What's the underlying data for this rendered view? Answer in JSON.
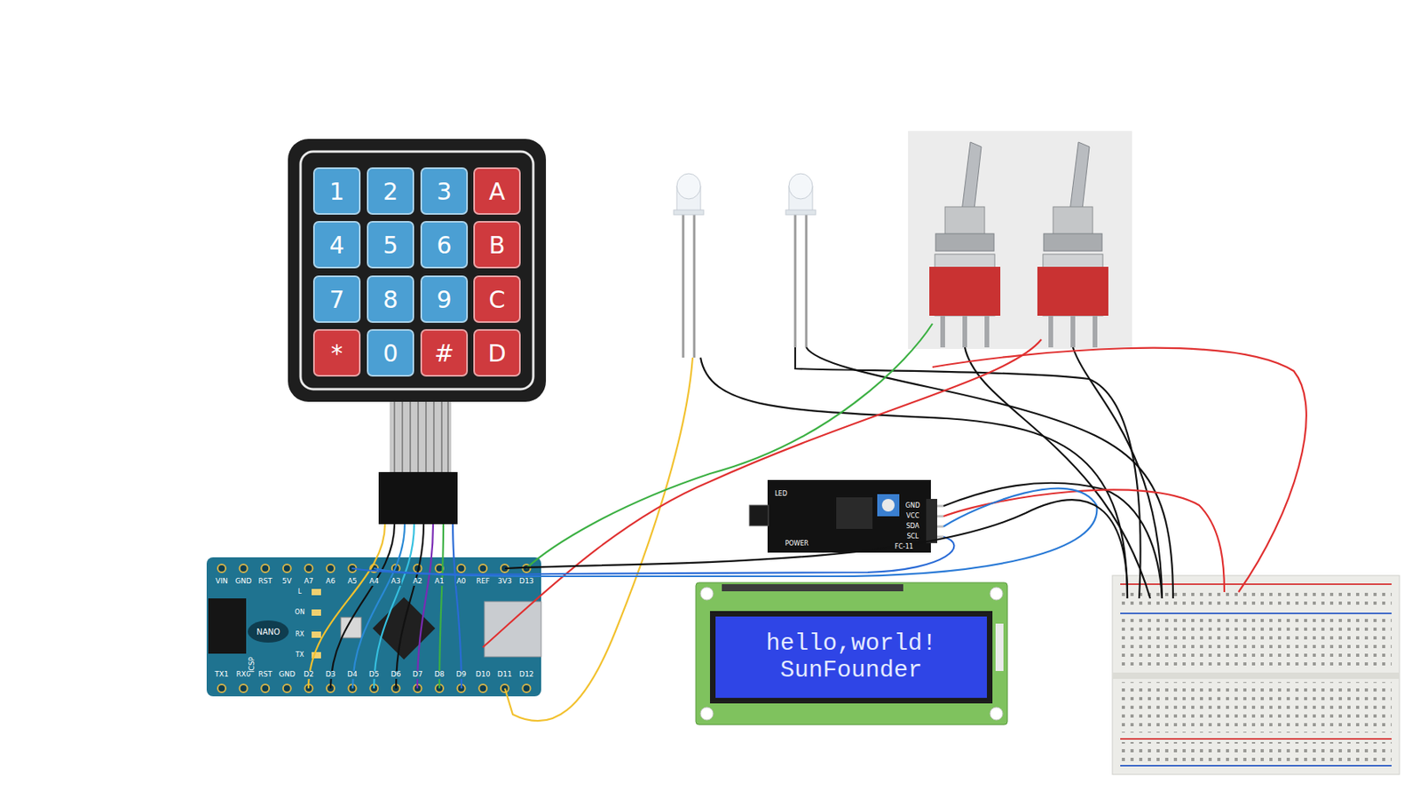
{
  "diagram": {
    "nodes": [
      {
        "text": [
          "1"
        ]
      },
      {
        "text": [
          "2"
        ]
      },
      {
        "text": [
          "3"
        ]
      },
      {
        "text": [
          "A"
        ]
      },
      {
        "text": [
          "4"
        ]
      },
      {
        "text": [
          "5"
        ]
      },
      {
        "text": [
          "6"
        ]
      },
      {
        "text": [
          "B"
        ]
      },
      {
        "text": [
          "7"
        ]
      },
      {
        "text": [
          "8"
        ]
      },
      {
        "text": [
          "9"
        ]
      },
      {
        "text": [
          "C"
        ]
      },
      {
        "text": [
          "*"
        ]
      },
      {
        "text": [
          "0"
        ]
      },
      {
        "text": [
          "#"
        ]
      },
      {
        "text": [
          "D"
        ]
      },
      {
        "text": [
          "hello,world!",
          "SunFounder"
        ]
      }
    ],
    "labels": [
      "VIN",
      "GND",
      "RST",
      "5V",
      "A7",
      "A6",
      "A5",
      "A4",
      "A3",
      "A2",
      "A1",
      "A0",
      "REF",
      "3V3",
      "D13",
      "TX1",
      "RX0",
      "RST",
      "GND",
      "D2",
      "D3",
      "D4",
      "D5",
      "D6",
      "D7",
      "D8",
      "D9",
      "D10",
      "D11",
      "D12",
      "ICSP",
      "NANO",
      "L",
      "ON",
      "RX",
      "TX",
      "LED",
      "POWER",
      "GND",
      "VCC",
      "SDA",
      "SCL",
      "FC-11"
    ]
  }
}
